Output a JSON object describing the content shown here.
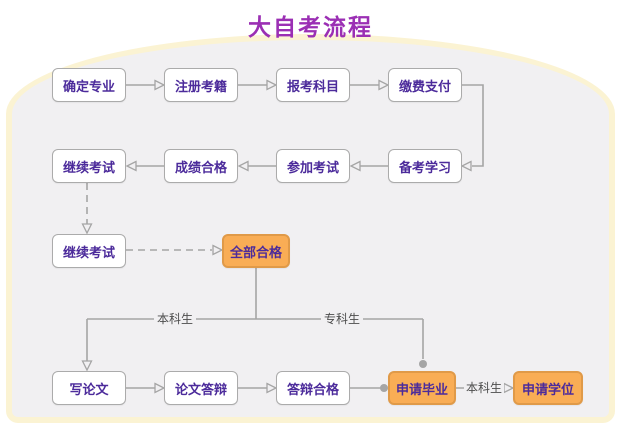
{
  "title": "大自考流程",
  "colors": {
    "title_text": "#9B2FB4",
    "node_text": "#4C2B9B",
    "node_border": "#ABABAB",
    "highlight_fill": "#F9AD55",
    "highlight_border": "#E09A48",
    "connector": "#A5A5A5",
    "edge_label_text": "#4D4D4D",
    "canvas_fill": "#F1F0F2",
    "canvas_rim": "#FBF3D3"
  },
  "nodes": [
    {
      "id": "confirm-major",
      "label": "确定专业",
      "variant": "normal"
    },
    {
      "id": "register-record",
      "label": "注册考籍",
      "variant": "normal"
    },
    {
      "id": "select-subjects",
      "label": "报考科目",
      "variant": "normal"
    },
    {
      "id": "pay-fees",
      "label": "缴费支付",
      "variant": "normal"
    },
    {
      "id": "prepare-study",
      "label": "备考学习",
      "variant": "normal"
    },
    {
      "id": "take-exam",
      "label": "参加考试",
      "variant": "normal"
    },
    {
      "id": "pass-score",
      "label": "成绩合格",
      "variant": "normal"
    },
    {
      "id": "continue-exam-1",
      "label": "继续考试",
      "variant": "normal"
    },
    {
      "id": "continue-exam-2",
      "label": "继续考试",
      "variant": "normal"
    },
    {
      "id": "all-passed",
      "label": "全部合格",
      "variant": "highlight"
    },
    {
      "id": "write-thesis",
      "label": "写论文",
      "variant": "normal"
    },
    {
      "id": "thesis-defense",
      "label": "论文答辩",
      "variant": "normal"
    },
    {
      "id": "defense-passed",
      "label": "答辩合格",
      "variant": "normal"
    },
    {
      "id": "apply-graduation",
      "label": "申请毕业",
      "variant": "highlight"
    },
    {
      "id": "apply-degree",
      "label": "申请学位",
      "variant": "highlight"
    }
  ],
  "edge_labels": {
    "left_branch": "本科生",
    "right_branch": "专科生",
    "degree_condition": "本科生"
  }
}
